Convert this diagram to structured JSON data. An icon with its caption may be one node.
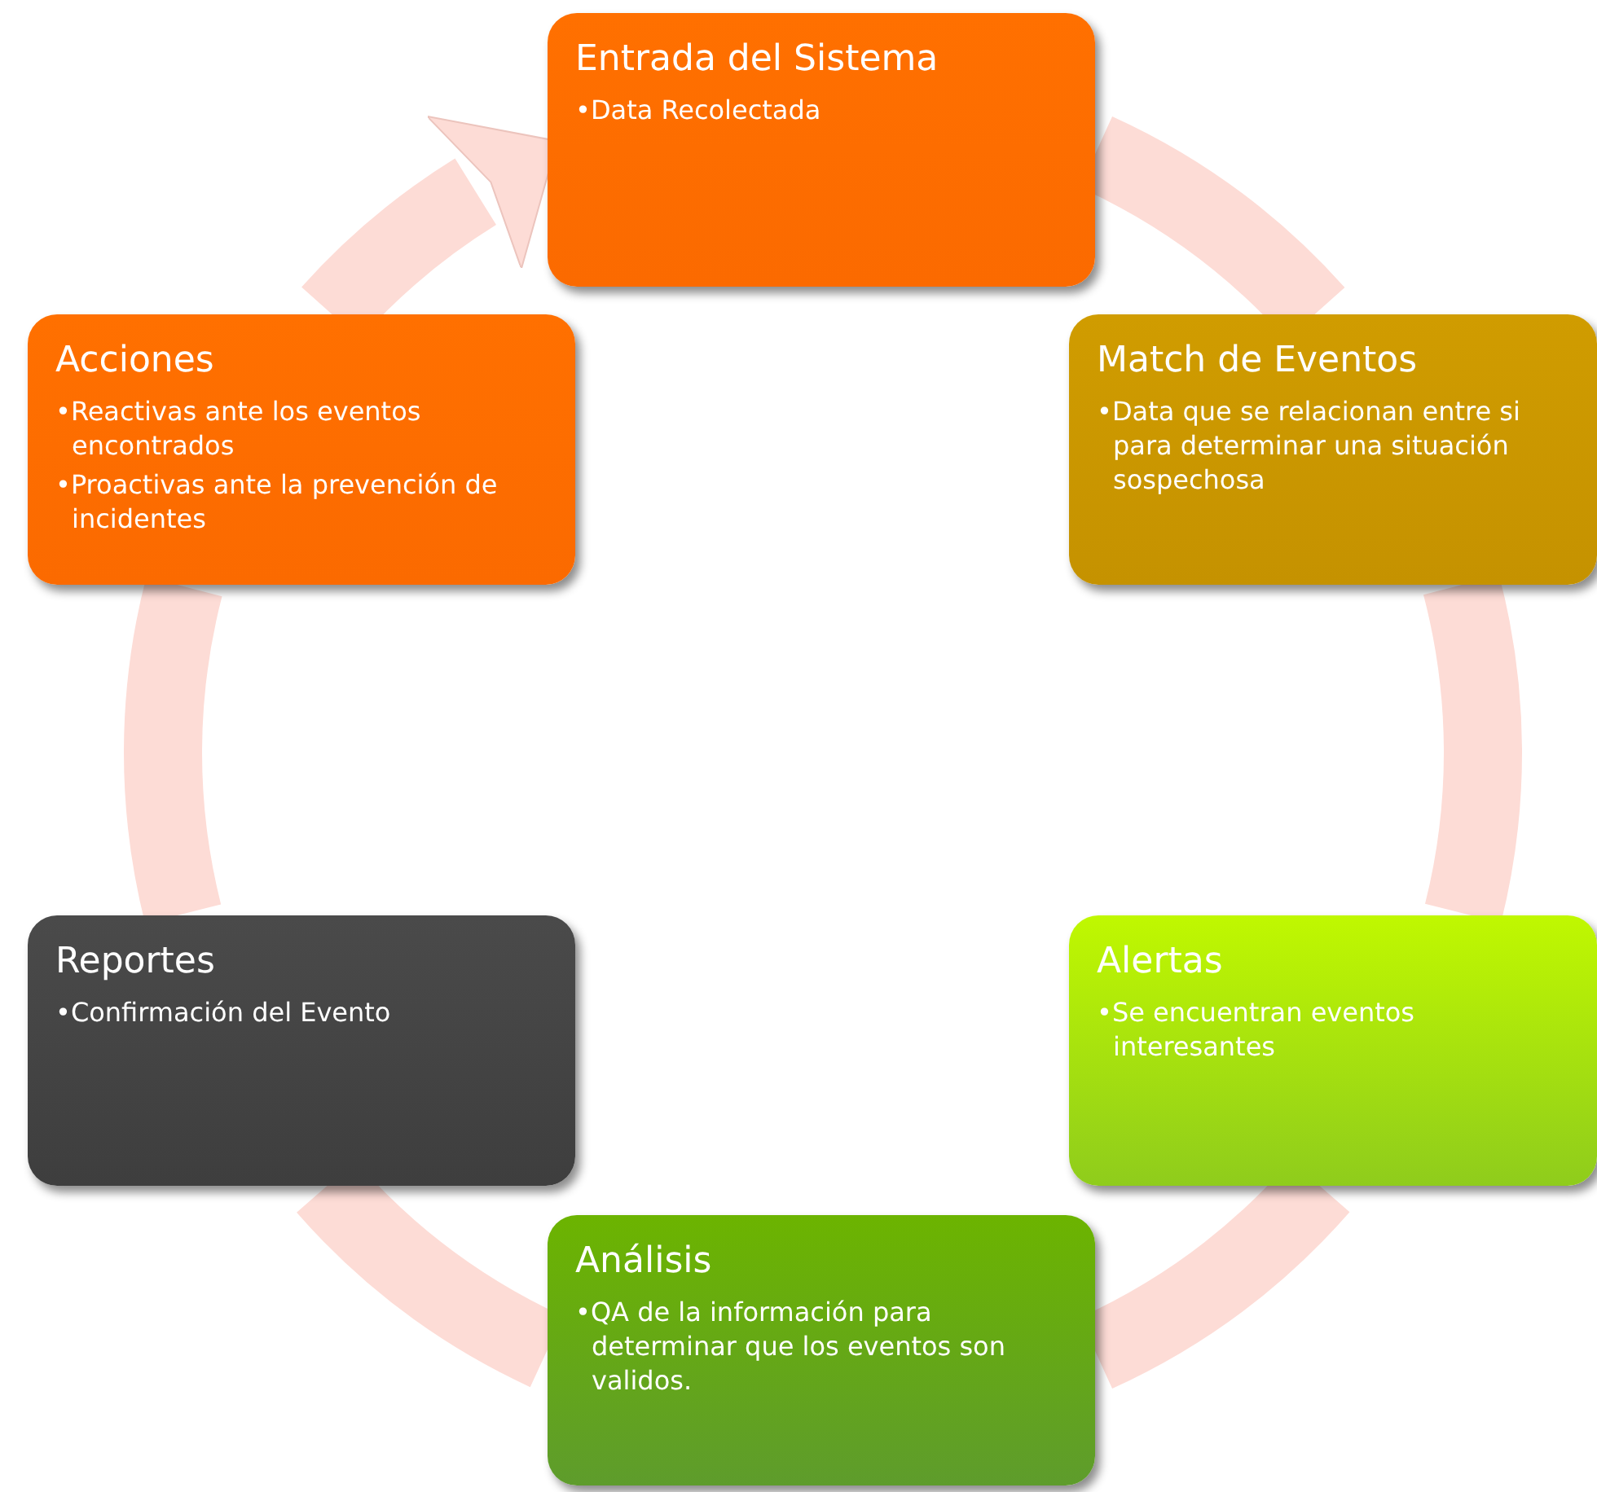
{
  "diagram": {
    "nodes": [
      {
        "text": [
          "Entrada del Sistema",
          "•Data Recolectada"
        ]
      },
      {
        "text": [
          "Match de Eventos",
          "•Data que se relacionan entre si para determinar una situación sospechosa"
        ]
      },
      {
        "text": [
          "Alertas",
          "•Se encuentran eventos interesantes"
        ]
      },
      {
        "text": [
          "Análisis",
          "•QA de la información para determinar que los eventos son validos."
        ]
      },
      {
        "text": [
          "Reportes",
          "•Confirmación del Evento"
        ]
      },
      {
        "text": [
          "Acciones",
          "•Reactivas ante los eventos encontrados",
          "•Proactivas ante la prevención de incidentes"
        ]
      }
    ],
    "edges": [
      {
        "from": 0,
        "to": 1,
        "arrow": "none"
      },
      {
        "from": 1,
        "to": 2,
        "arrow": "none"
      },
      {
        "from": 2,
        "to": 3,
        "arrow": "none"
      },
      {
        "from": 3,
        "to": 4,
        "arrow": "none"
      },
      {
        "from": 4,
        "to": 5,
        "arrow": "none"
      },
      {
        "from": 5,
        "to": 0,
        "arrow": "to"
      }
    ]
  }
}
